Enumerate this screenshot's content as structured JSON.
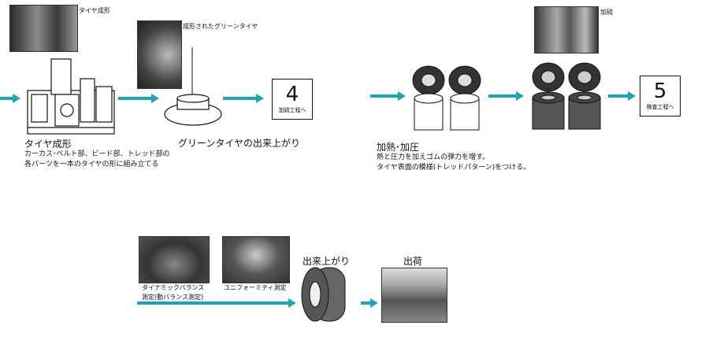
{
  "colors": {
    "arrow": "#1aa6b7",
    "dark": "#333333",
    "tire": "#555555"
  },
  "step_molding": {
    "photo_caption": "タイヤ成形",
    "title": "タイヤ成形",
    "desc_line1": "カーカス･ベルト部、ビード部、トレッド部の",
    "desc_line2": "各パーツを一本のタイヤの形に組み立てる"
  },
  "step_green": {
    "photo_caption": "成形されたグリーンタイヤ",
    "title": "グリーンタイヤの出来上がり"
  },
  "box4": {
    "number": "4",
    "label": "加硫工程へ"
  },
  "step_vulcanize": {
    "photo_caption": "加硫",
    "title": "加熱･加圧",
    "desc_line1": "熱と圧力を加えゴムの弾力を増す。",
    "desc_line2": "タイヤ表面の模様(トレッドパターン)をつける。"
  },
  "box5": {
    "number": "5",
    "label": "検査工程へ"
  },
  "inspection": {
    "dynamic_line1": "ダイナミックバランス",
    "dynamic_line2": "測定(動バランス測定)",
    "uniformity": "ユニフォーミティ測定",
    "finished": "出来上がり",
    "shipping": "出荷"
  }
}
